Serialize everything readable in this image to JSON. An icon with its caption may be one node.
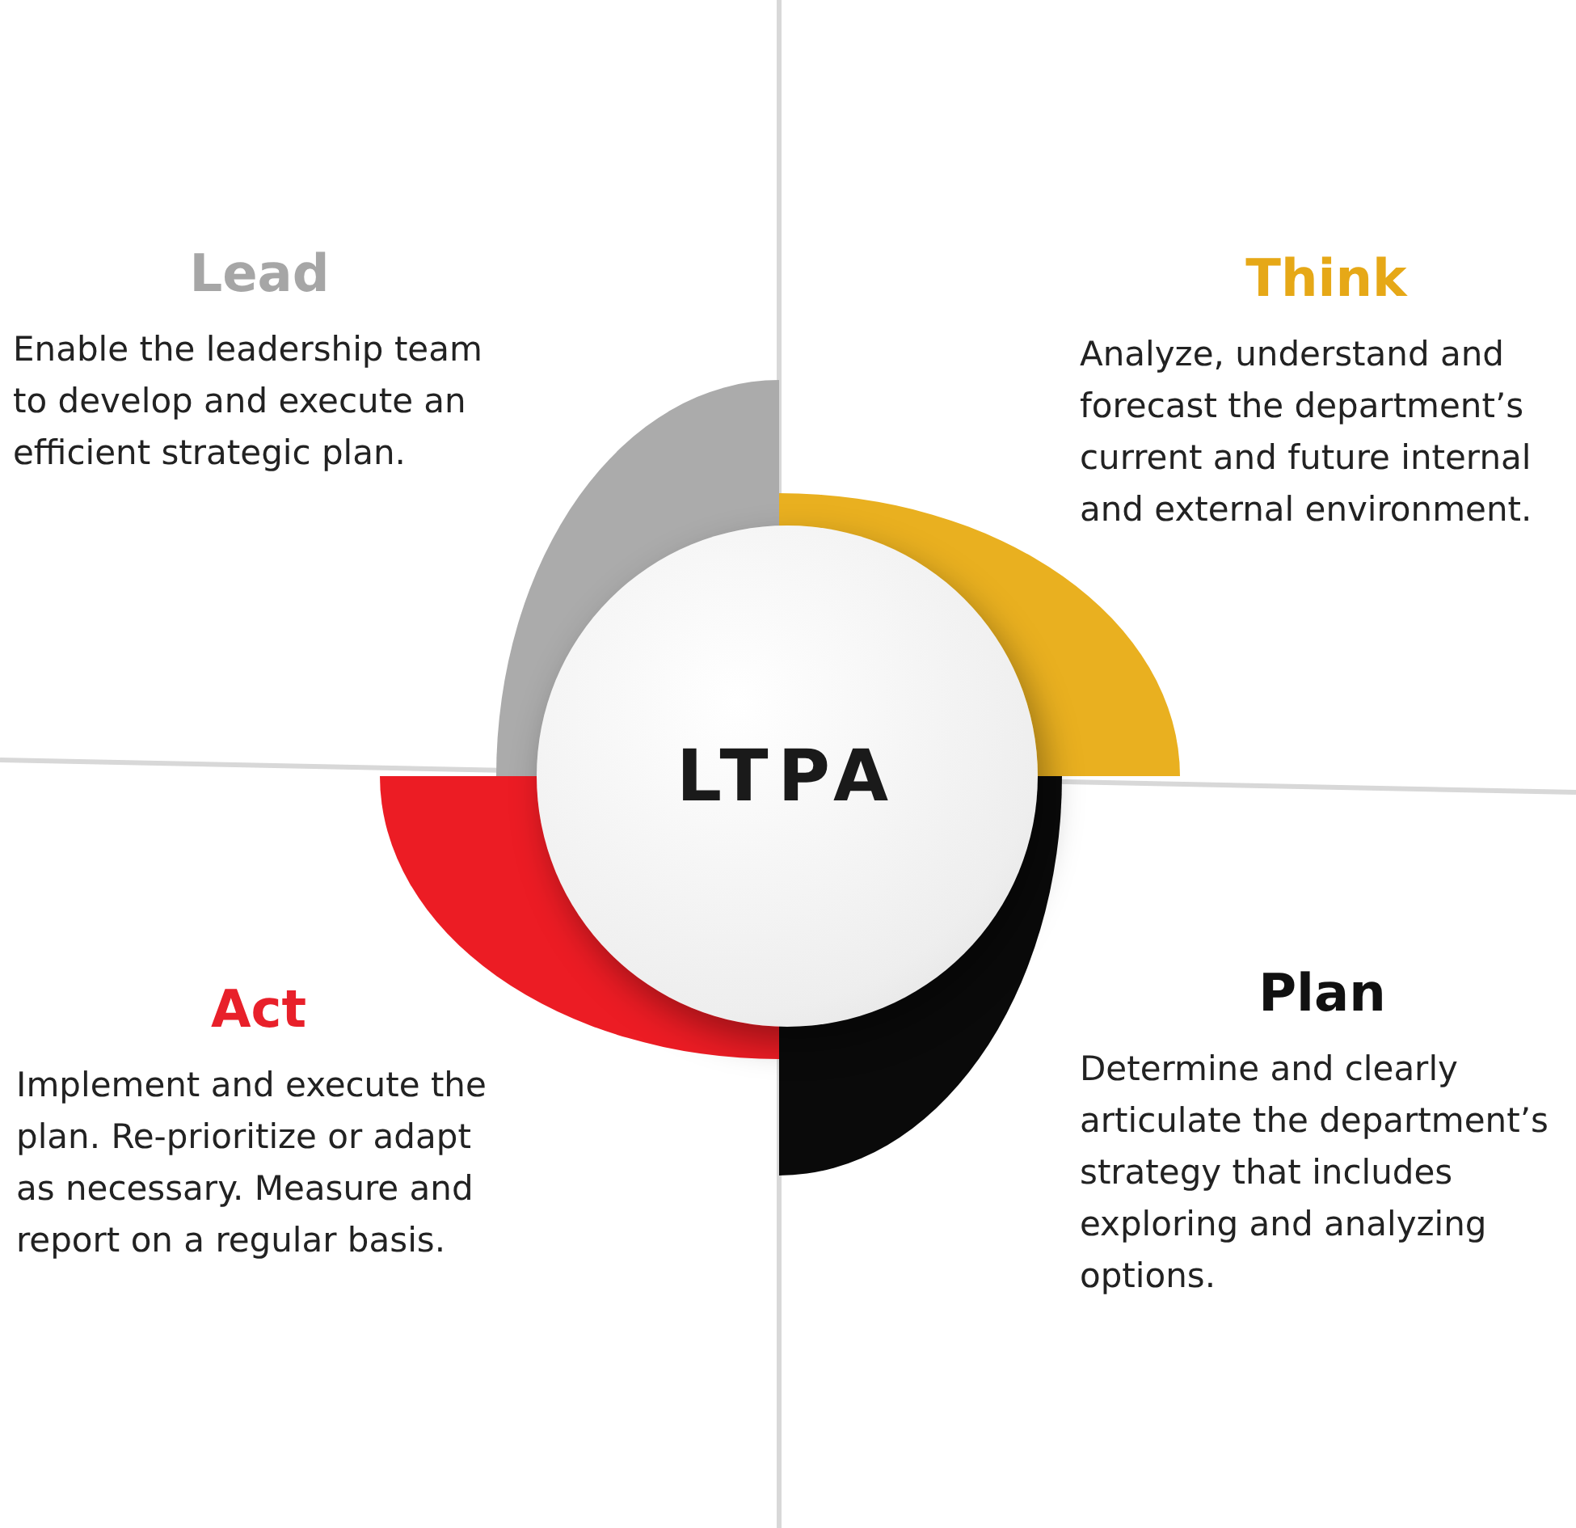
{
  "diagram": {
    "nodes": [
      {
        "text": [
          "LTPA"
        ]
      },
      {
        "text": [
          "Lead",
          "Enable the leadership team to develop and execute an efficient strategic plan."
        ]
      },
      {
        "text": [
          "Think",
          "Analyze, understand and forecast the department’s current and future internal and external environment."
        ]
      },
      {
        "text": [
          "Plan",
          "Determine and clearly articulate the department’s strategy that includes exploring and analyzing options."
        ]
      },
      {
        "text": [
          "Act",
          "Implement and execute the plan. Re-prioritize or adapt as necessary. Measure and report on a regular basis."
        ]
      }
    ]
  }
}
